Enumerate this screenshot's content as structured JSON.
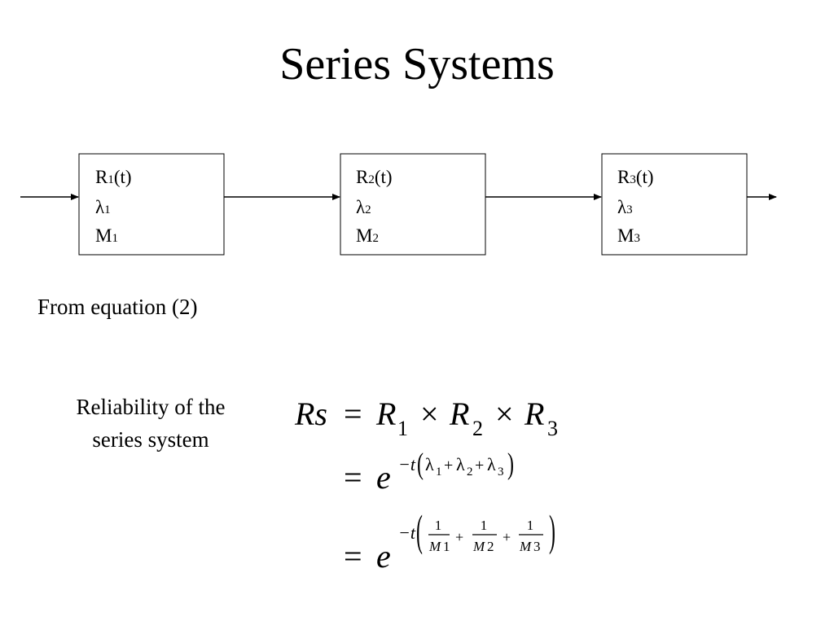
{
  "slide": {
    "title": "Series Systems",
    "from_equation": "From equation (2)",
    "reliability_label_line1": "Reliability of the",
    "reliability_label_line2": "series system"
  },
  "blocks": [
    {
      "r_base": "R",
      "r_sub": "1",
      "r_arg": "(t)",
      "lambda": "λ",
      "lambda_sub": "1",
      "m_base": "M",
      "m_sub": "1"
    },
    {
      "r_base": "R",
      "r_sub": "2",
      "r_arg": "(t)",
      "lambda": "λ",
      "lambda_sub": "2",
      "m_base": "M",
      "m_sub": "2"
    },
    {
      "r_base": "R",
      "r_sub": "3",
      "r_arg": "(t)",
      "lambda": "λ",
      "lambda_sub": "3",
      "m_base": "M",
      "m_sub": "3"
    }
  ],
  "equation": {
    "lhs": "Rs",
    "line1_rhs": [
      "R",
      "1",
      "×",
      "R",
      "2",
      "×",
      "R",
      "3"
    ],
    "equals": "=",
    "e": "e",
    "exp2_lead": "−t",
    "exp2_terms": [
      "λ",
      "1",
      "+",
      "λ",
      "2",
      "+",
      "λ",
      "3"
    ],
    "exp3_lead": "−t",
    "exp3_num": "1",
    "exp3_den": [
      "M",
      "1",
      "M",
      "2",
      "M",
      "3"
    ],
    "plus": "+"
  }
}
